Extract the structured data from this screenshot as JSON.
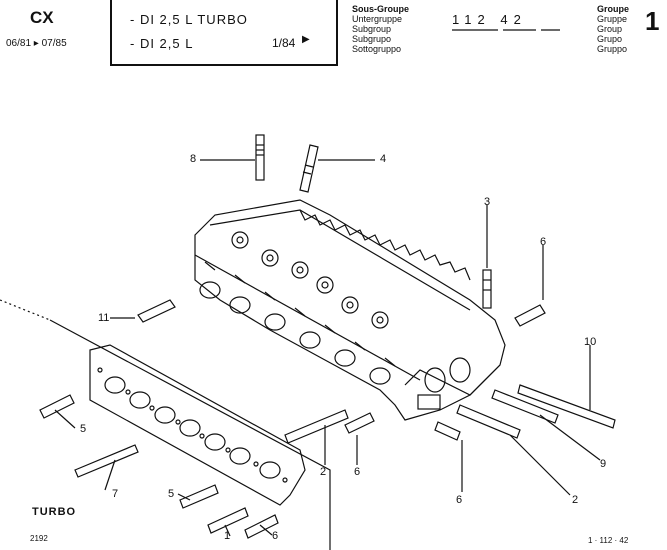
{
  "header": {
    "model": "CX",
    "dates": "06/81 ▸ 07/85",
    "engine_line1": "- DI 2,5 L TURBO",
    "engine_line2": "- DI 2,5 L",
    "page_ref": "1/84",
    "page_arrow": "▶",
    "subgroup_labels": [
      "Sous-Groupe",
      "Untergruppe",
      "Subgroup",
      "Subgrupo",
      "Sottogruppo"
    ],
    "subgroup_code": "112 42",
    "group_labels": [
      "Groupe",
      "Gruppe",
      "Group",
      "Grupo",
      "Gruppo"
    ],
    "group_number": "1"
  },
  "callouts": [
    "8",
    "4",
    "3",
    "6",
    "11",
    "10",
    "5",
    "2",
    "6",
    "9",
    "7",
    "5",
    "1",
    "6",
    "6",
    "2"
  ],
  "turbo_label": "TURBO",
  "figure_number": "2192",
  "ref_code": "1 · 112 · 42"
}
